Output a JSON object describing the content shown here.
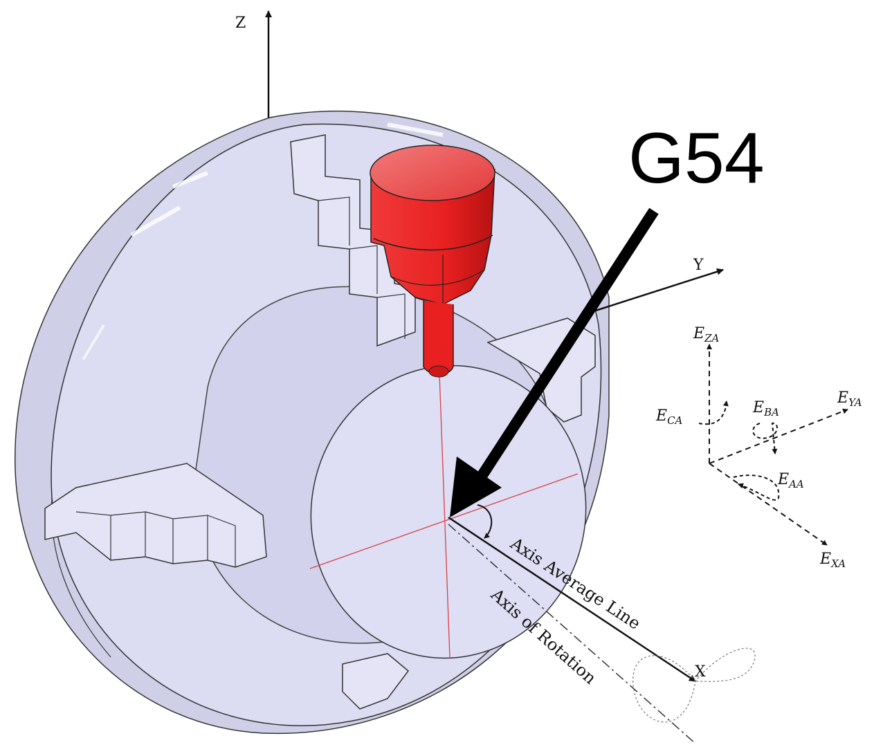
{
  "diagram": {
    "callout": "G54",
    "axes": {
      "z": "Z",
      "y": "Y",
      "x": "X"
    },
    "lines": {
      "average": "Axis Average Line",
      "rotation": "Axis of Rotation"
    },
    "errors": [
      {
        "id": "zA",
        "main": "E",
        "sub": "ZA"
      },
      {
        "id": "cA",
        "main": "E",
        "sub": "CA"
      },
      {
        "id": "bA",
        "main": "E",
        "sub": "BA"
      },
      {
        "id": "yA",
        "main": "E",
        "sub": "YA"
      },
      {
        "id": "aA",
        "main": "E",
        "sub": "AA"
      },
      {
        "id": "xA",
        "main": "E",
        "sub": "XA"
      }
    ],
    "colors": {
      "chuck": "#dcdcf2",
      "chuck_dark": "#c9c9e6",
      "probe": "#e82020",
      "probe_dark": "#b01010",
      "crosshair": "#d84040"
    }
  }
}
